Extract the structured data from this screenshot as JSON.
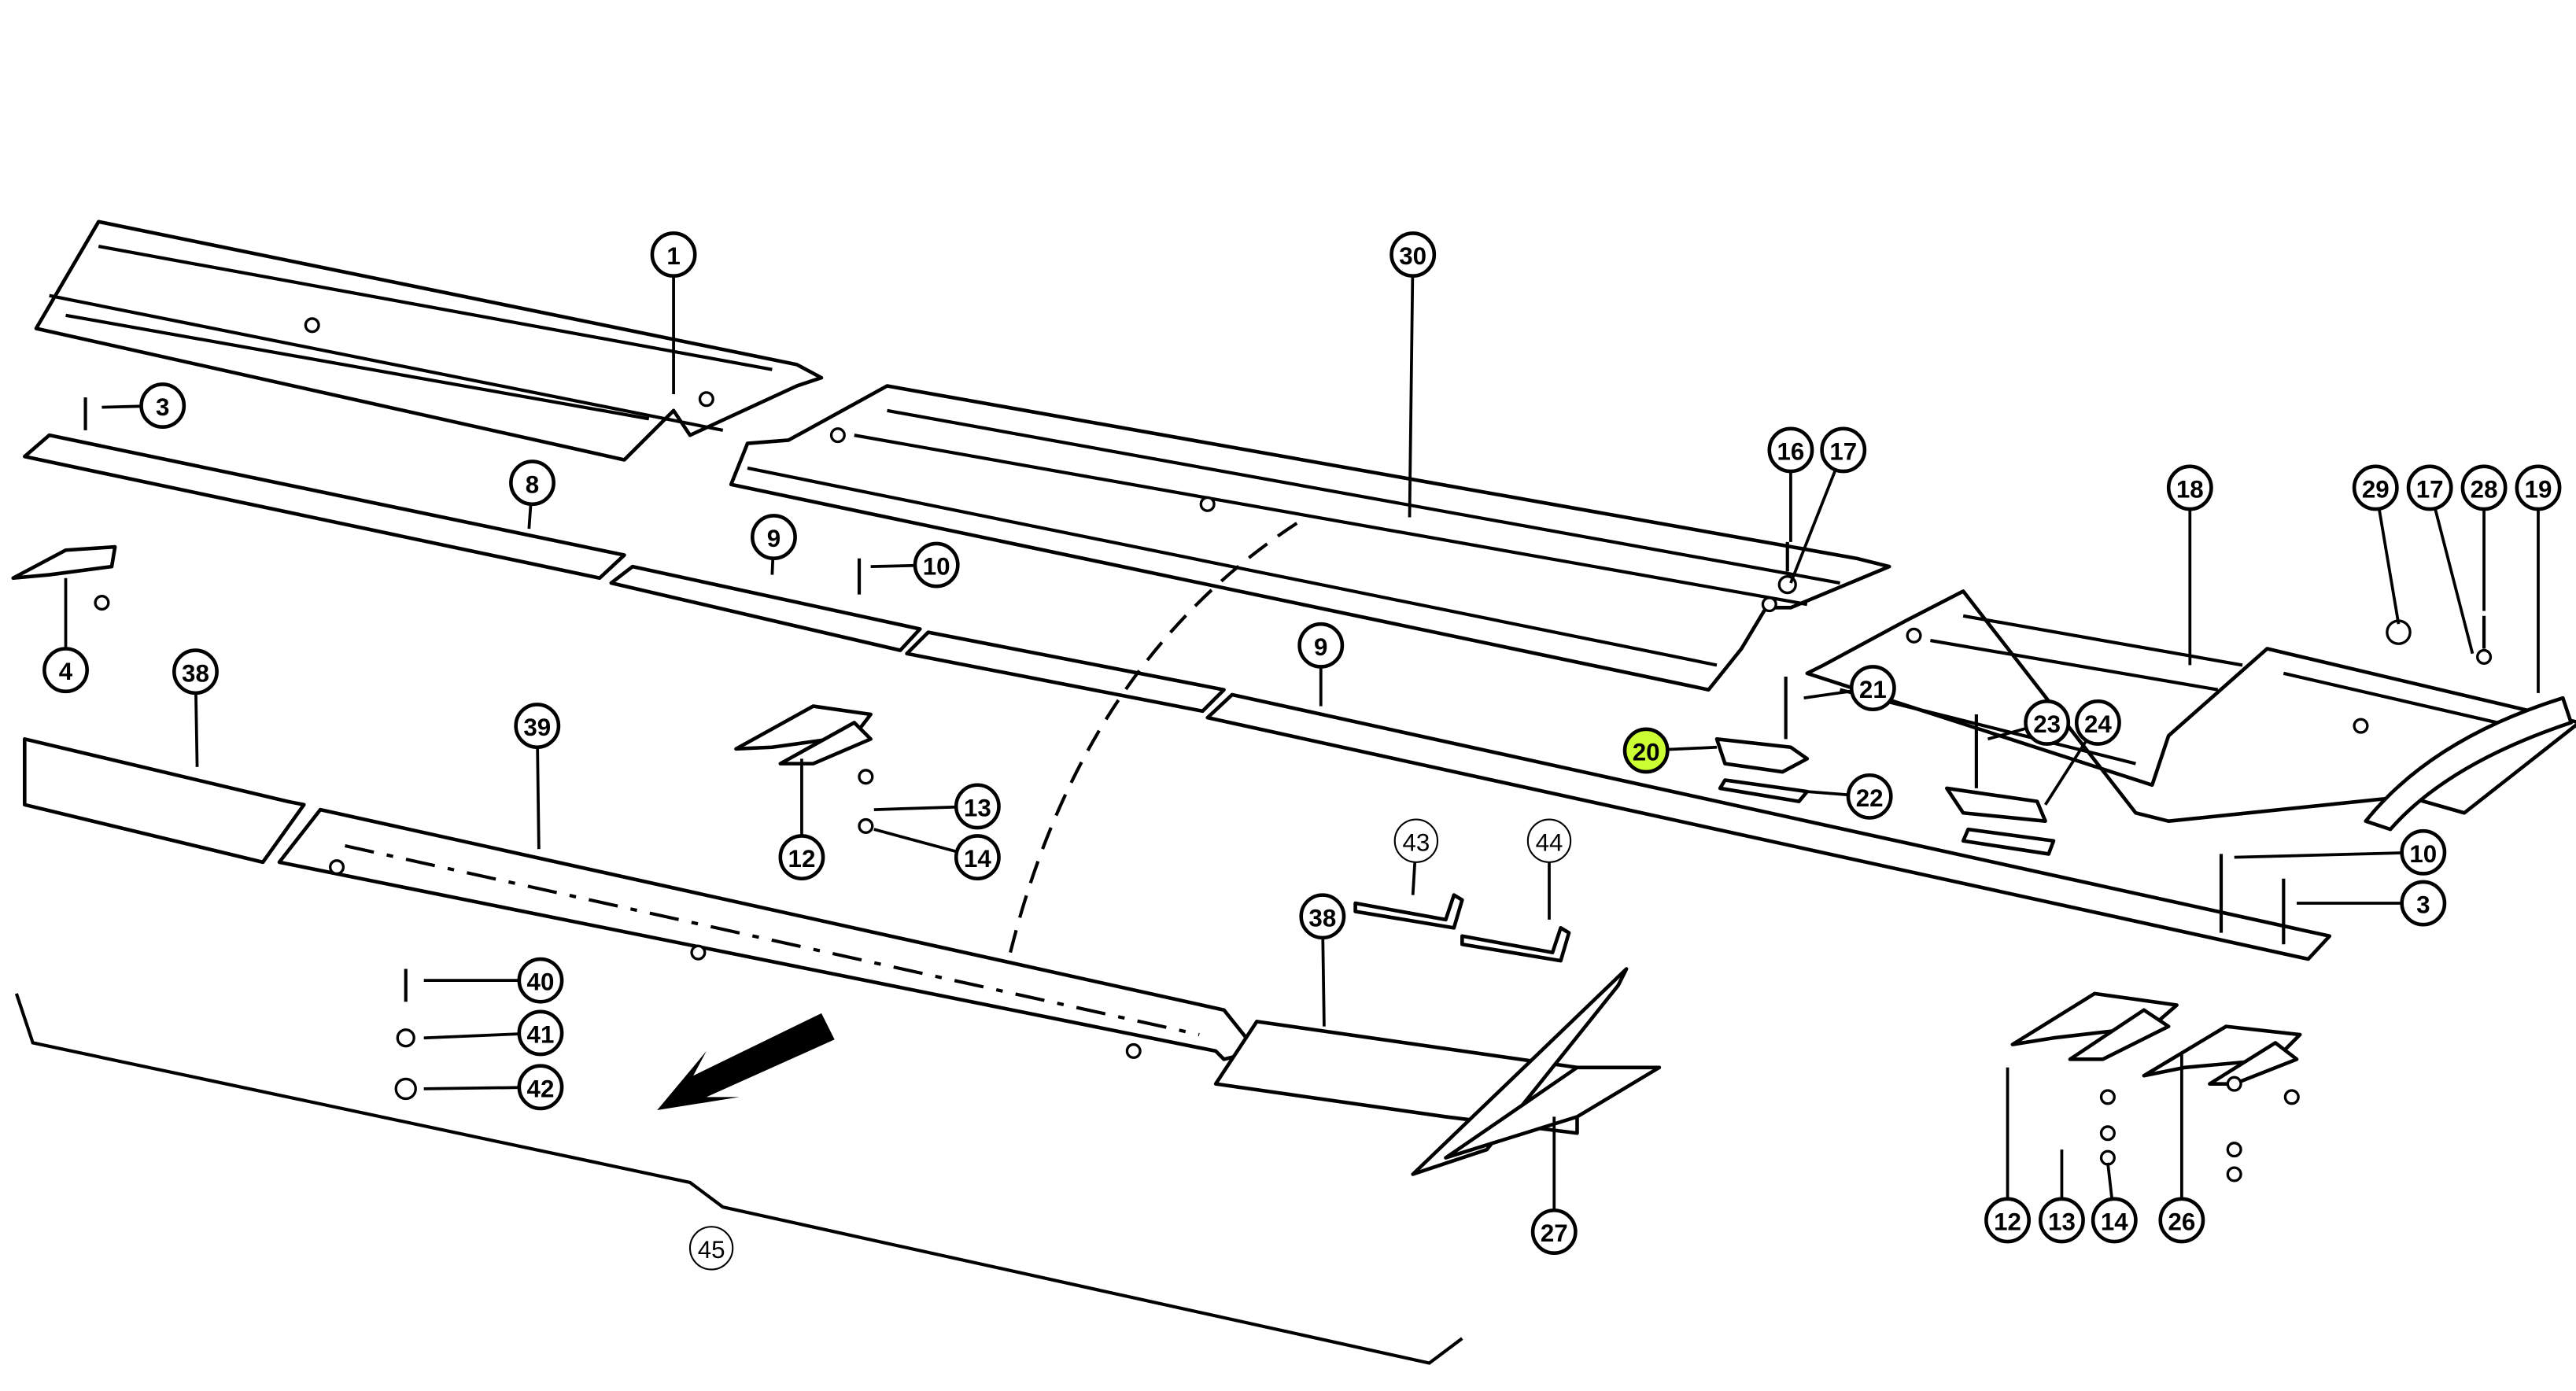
{
  "diagram": {
    "highlight_color": "#ccff33",
    "highlighted_part": "20",
    "callouts": [
      "1",
      "30",
      "3",
      "8",
      "9",
      "10",
      "4",
      "38",
      "39",
      "16",
      "17",
      "18",
      "29",
      "17",
      "28",
      "19",
      "9",
      "21",
      "20",
      "23",
      "24",
      "22",
      "13",
      "14",
      "12",
      "10",
      "3",
      "43",
      "44",
      "38",
      "40",
      "41",
      "42",
      "27",
      "45",
      "12",
      "13",
      "14",
      "26"
    ]
  }
}
